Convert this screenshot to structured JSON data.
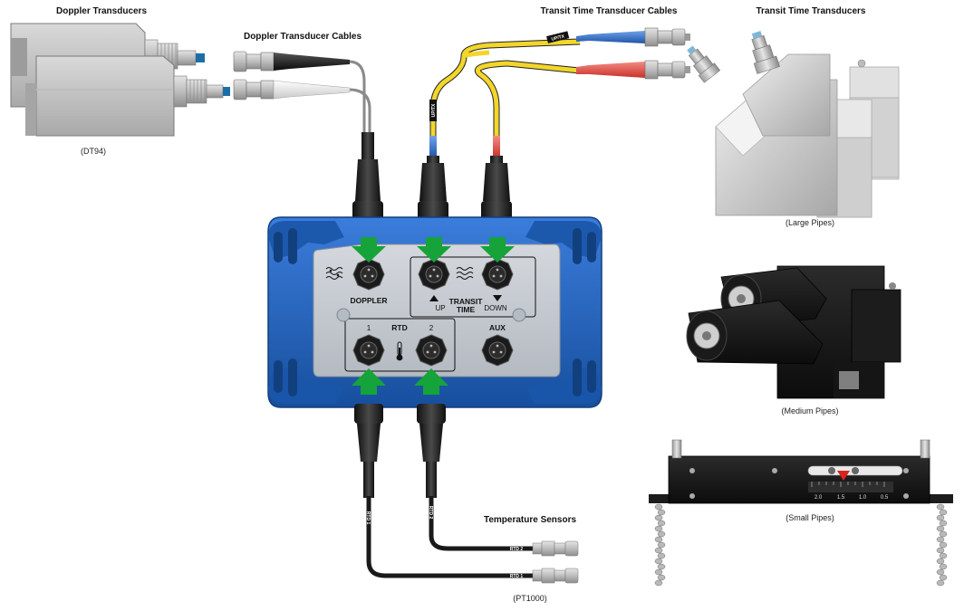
{
  "labels": {
    "doppler_transducers": "Doppler Transducers",
    "doppler_cables": "Doppler Transducer Cables",
    "transit_cables": "Transit Time Transducer Cables",
    "transit_transducers": "Transit Time Transducers",
    "dt94": "(DT94)",
    "large_pipes": "(Large Pipes)",
    "medium_pipes": "(Medium Pipes)",
    "small_pipes": "(Small Pipes)",
    "temperature_sensors": "Temperature Sensors",
    "pt1000": "(PT1000)"
  },
  "panel": {
    "doppler": "DOPPLER",
    "up": "UP",
    "transit": "TRANSIT",
    "time": "TIME",
    "down": "DOWN",
    "rtd_1": "1",
    "rtd": "RTD",
    "rtd_2": "2",
    "aux": "AUX"
  },
  "cable_tags": {
    "up_tx_1": "UP/TX",
    "up_tx_2": "UP/TX",
    "rtd_1_vertical": "RTD 1",
    "rtd_2_vertical": "RTD 2",
    "rtd_2_horizontal": "RTD 2",
    "rtd_1_horizontal": "RTD 1"
  },
  "scale_ticks": [
    "2.0",
    "1.5",
    "1.0",
    "0.5"
  ],
  "colors": {
    "housing_blue": "#1e5fb4",
    "panel_grey": "#c8cdd3",
    "arrow_green": "#16a33a",
    "cable_yellow": "#f2d62a",
    "cable_blue": "#2a63b8",
    "cable_red": "#e0463e",
    "cable_grey": "#8a8a8a"
  }
}
